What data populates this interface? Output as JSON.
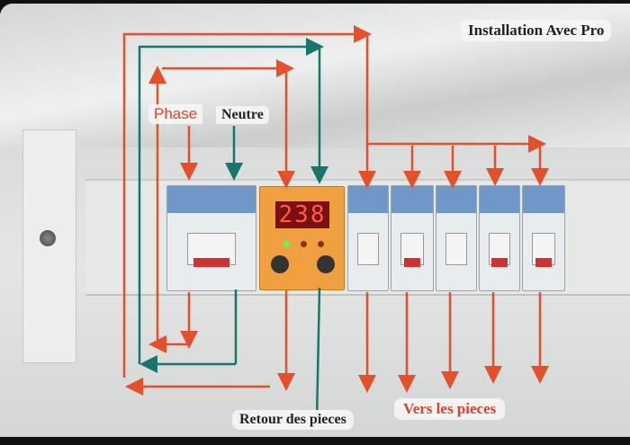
{
  "title": "Installation Avec Pro",
  "labels": {
    "phase": "Phase",
    "neutre": "Neutre",
    "retour": "Retour des pieces",
    "vers": "Vers les pieces"
  },
  "voltmeter": {
    "reading": "238"
  },
  "colors": {
    "phase_arrow": "#e2502c",
    "neutral_arrow": "#17766c",
    "breaker_blue": "#6f98c8",
    "voltmeter": "#f0a040"
  }
}
